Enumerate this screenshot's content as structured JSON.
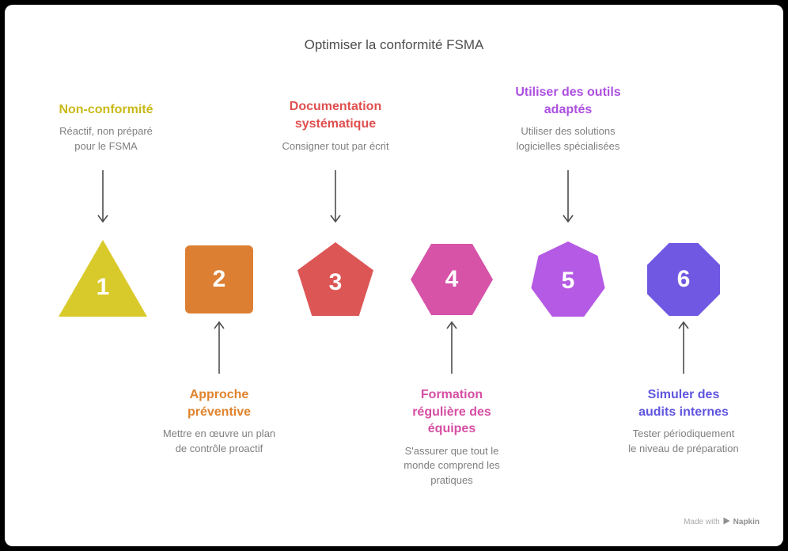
{
  "title": "Optimiser la conformité FSMA",
  "colors": {
    "background": "#000000",
    "canvas": "#ffffff",
    "title_text": "#4d4d4d",
    "description_text": "#7f7f7f",
    "arrow": "#4d4d4d",
    "footer_text": "#a9a9a9"
  },
  "steps": [
    {
      "number": "1",
      "shape": "triangle",
      "color": "#d9ca2b",
      "label_color": "#c9b918",
      "label": "Non-conformité",
      "description": "Réactif, non préparé\npour le FSMA",
      "annotation_position": "top"
    },
    {
      "number": "2",
      "shape": "square",
      "color": "#dd7f33",
      "label_color": "#e0832d",
      "label": "Approche\npréventive",
      "description": "Mettre en œuvre un plan\nde contrôle proactif",
      "annotation_position": "bottom"
    },
    {
      "number": "3",
      "shape": "pentagon",
      "color": "#dd5656",
      "label_color": "#e04f4f",
      "label": "Documentation\nsystématique",
      "description": "Consigner tout par écrit",
      "annotation_position": "top"
    },
    {
      "number": "4",
      "shape": "hexagon",
      "color": "#d653a8",
      "label_color": "#d64fa4",
      "label": "Formation\nrégulière des\néquipes",
      "description": "S'assurer que tout le\nmonde comprend les\npratiques",
      "annotation_position": "bottom"
    },
    {
      "number": "5",
      "shape": "heptagon",
      "color": "#b55ae4",
      "label_color": "#ad4fe0",
      "label": "Utiliser des outils\nadaptés",
      "description": "Utiliser des solutions\nlogicielles spécialisées",
      "annotation_position": "top"
    },
    {
      "number": "6",
      "shape": "octagon",
      "color": "#7158e2",
      "label_color": "#5f55e0",
      "label": "Simuler des\naudits internes",
      "description": "Tester périodiquement\nle niveau de préparation",
      "annotation_position": "bottom"
    }
  ],
  "icons": {
    "arrow_down": "arrow-down-icon",
    "arrow_up": "arrow-up-icon",
    "logo": "napkin-logo-icon"
  },
  "footer": {
    "made_with": "Made with",
    "brand": "Napkin"
  }
}
